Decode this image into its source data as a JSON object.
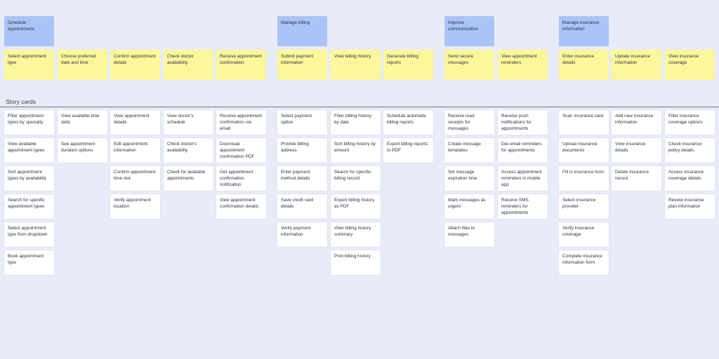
{
  "epics": [
    {
      "label": "Schedule appointments",
      "col": 0
    },
    {
      "label": "Manage billing",
      "col": 5
    },
    {
      "label": "Improve communication",
      "col": 8
    },
    {
      "label": "Manage insurance information",
      "col": 10
    }
  ],
  "tasks": [
    "Select appointment type",
    "Choose preferred date and time",
    "Confirm appointment details",
    "Check doctor availability",
    "Receive appointment confirmation",
    "Submit payment information",
    "View billing history",
    "Generate billing reports",
    "Send secure messages",
    "View appointment reminders",
    "Enter insurance details",
    "Update insurance information",
    "View insurance coverage"
  ],
  "section_title": "Story cards",
  "story_columns": [
    [
      "Filter appointment types by specialty",
      "View available appointment types",
      "Sort appointment types by availability",
      "Search for specific appointment types",
      "Select appointment type from dropdown",
      "Book appointment type"
    ],
    [
      "View available time slots",
      "See appointment duration options"
    ],
    [
      "View appointment details",
      "Edit appointment information",
      "Confirm appointment time slot",
      "Verify appointment location"
    ],
    [
      "View doctor's schedule",
      "Check doctor's availability",
      "Check for available appointments"
    ],
    [
      "Receive appointment confirmation via email",
      "Download appointment confirmation PDF",
      "Get appointment confirmation notification",
      "View appointment confirmation details"
    ],
    [
      "Select payment option",
      "Provide billing address",
      "Enter payment method details",
      "Save credit card details",
      "Verify payment information"
    ],
    [
      "Filter billing history by date",
      "Sort billing history by amount",
      "Search for specific billing record",
      "Export billing history as PDF",
      "View billing history summary",
      "Print billing history"
    ],
    [
      "Schedule automatic billing reports",
      "Export billing reports to PDF"
    ],
    [
      "Receive read receipts for messages",
      "Create message templates",
      "Set message expiration time",
      "Mark messages as urgent",
      "Attach files to messages"
    ],
    [
      "Receive push notifications for appointments",
      "Get email reminders for appointments",
      "Access appointment reminders in mobile app",
      "Receive SMS reminders for appointments"
    ],
    [
      "Scan insurance card",
      "Upload insurance documents",
      "Fill in insurance form",
      "Select insurance provider",
      "Verify insurance coverage",
      "Complete insurance information form"
    ],
    [
      "Add new insurance information",
      "View insurance details",
      "Delete insurance record"
    ],
    [
      "Filter insurance coverage options",
      "Check insurance policy details",
      "Access insurance coverage details",
      "Review insurance plan information"
    ]
  ],
  "colors": {
    "background": "#e8ebf8",
    "epic": "#aac4f7",
    "task": "#fbf79a",
    "card": "#ffffff"
  }
}
